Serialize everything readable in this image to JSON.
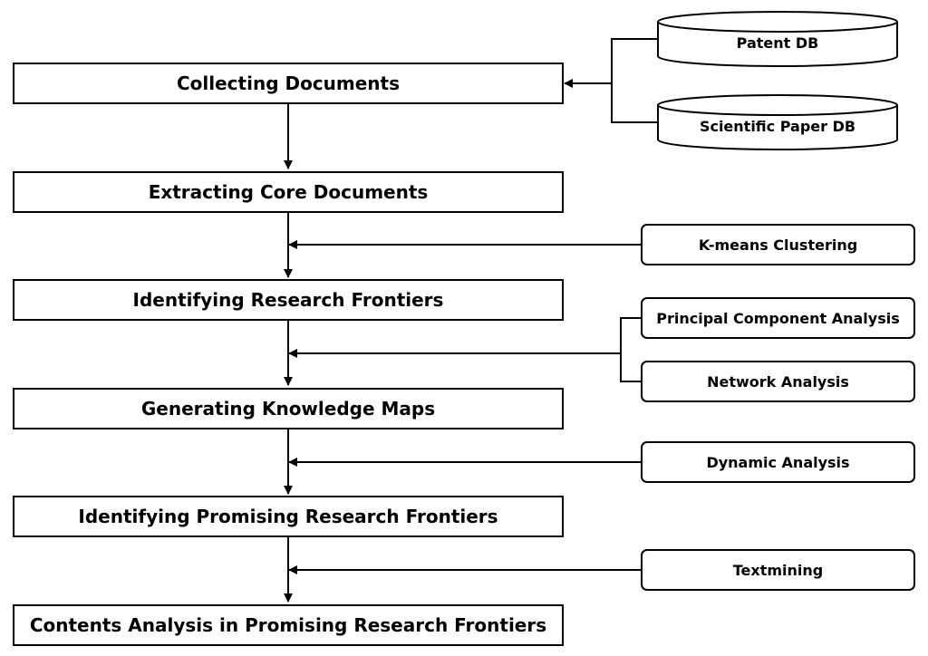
{
  "steps": [
    "Collecting Documents",
    "Extracting Core Documents",
    "Identifying Research Frontiers",
    "Generating Knowledge Maps",
    "Identifying Promising Research Frontiers",
    "Contents Analysis in Promising Research Frontiers"
  ],
  "databases": [
    "Patent DB",
    "Scientific Paper DB"
  ],
  "methods": [
    "K-means Clustering",
    "Principal Component Analysis",
    "Network Analysis",
    "Dynamic Analysis",
    "Textmining"
  ]
}
